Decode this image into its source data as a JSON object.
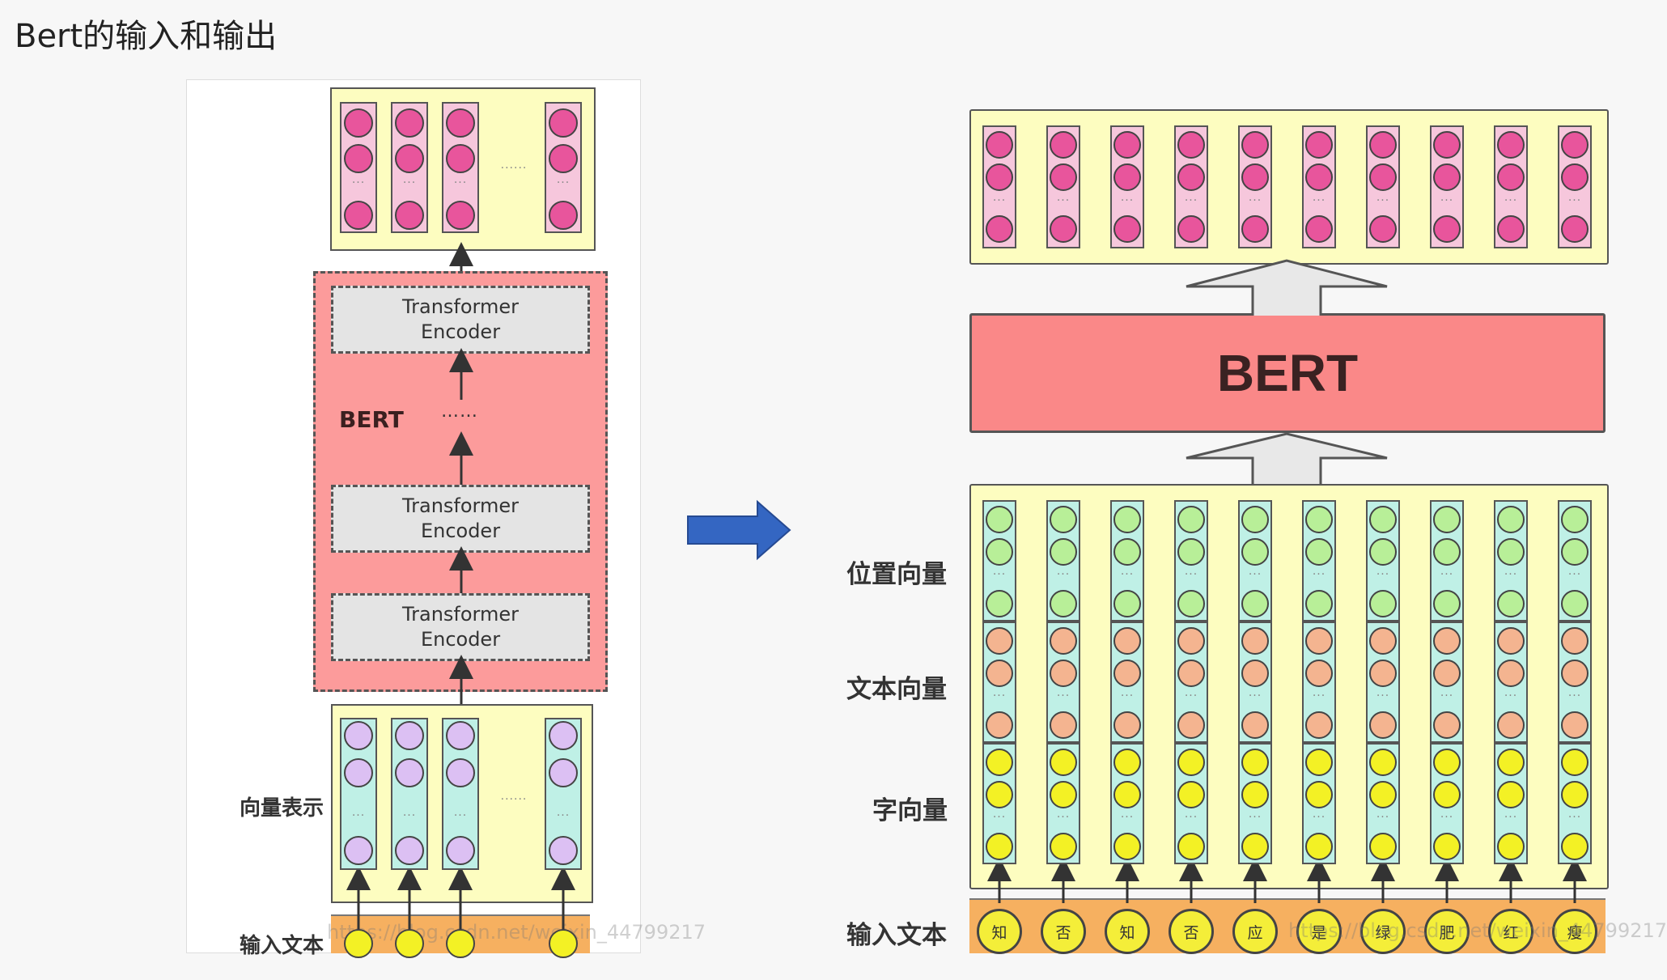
{
  "slide": {
    "title": "Bert的输入和输出"
  },
  "left_diagram": {
    "encoders": [
      {
        "line1": "Transformer",
        "line2": "Encoder"
      },
      {
        "line1": "Transformer",
        "line2": "Encoder"
      },
      {
        "line1": "Transformer",
        "line2": "Encoder"
      }
    ],
    "bert_label": "BERT",
    "ellipsis": "……",
    "label_vectors": "向量表示",
    "label_input": "输入文本",
    "watermark": "https://blog.csdn.net/weixin_44799217",
    "colors": {
      "output_circle": "#e8559c",
      "vector_circle": "#dcc0f3",
      "bert_background": "#fc9b9b",
      "encoder_background": "#e4e4e4"
    }
  },
  "right_diagram": {
    "bert_label": "BERT",
    "label_position": "位置向量",
    "label_text_vec": "文本向量",
    "label_char_vec": "字向量",
    "label_input": "输入文本",
    "input_chars": [
      "知",
      "否",
      "知",
      "否",
      "应",
      "是",
      "绿",
      "肥",
      "红",
      "瘦"
    ],
    "watermark": "https://blog.csdn.net/weixin_44799217",
    "colors": {
      "position_circle": "#b8ef98",
      "text_circle": "#f4b490",
      "char_circle": "#f3f125",
      "bert_background": "#fa8888"
    }
  },
  "transition_arrow": {
    "color": "#3466c2"
  }
}
